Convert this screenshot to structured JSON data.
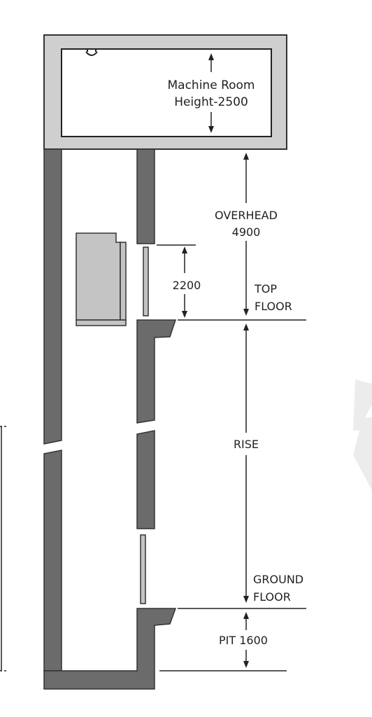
{
  "colors": {
    "wall": "#6b6b6b",
    "wall_stroke": "#333333",
    "room_fill": "#cfcfcf",
    "room_inner": "#ffffff",
    "car": "#c4c4c4",
    "line": "#222222",
    "watermark": "#ececec"
  },
  "labels": {
    "machine_room_line1": "Machine Room",
    "machine_room_line2": "Height-2500",
    "overhead_line1": "OVERHEAD",
    "overhead_line2": "4900",
    "door_height": "2200",
    "top_floor_line1": "TOP",
    "top_floor_line2": "FLOOR",
    "rise": "RISE",
    "ground_floor_line1": "GROUND",
    "ground_floor_line2": "FLOOR",
    "pit": "PIT 1600"
  },
  "icons": {
    "hoist_hook": "hook-icon",
    "watermark": "lightning-bolt-icon"
  }
}
